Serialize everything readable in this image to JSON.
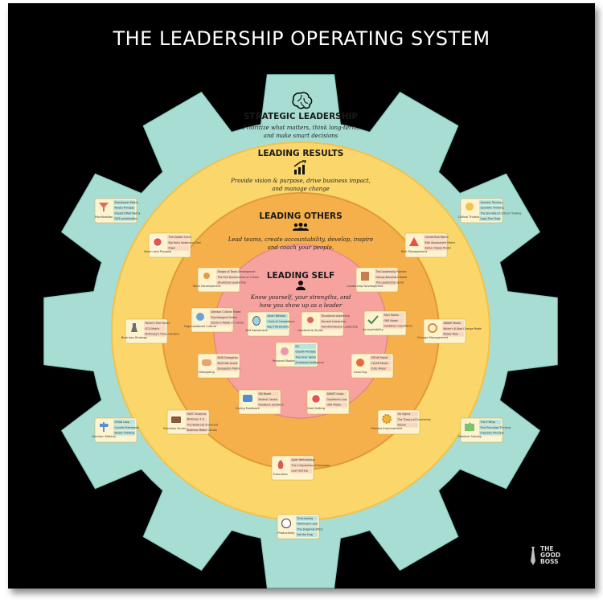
{
  "title": "THE LEADERSHIP OPERATING SYSTEM",
  "brand": {
    "line1": "THE",
    "line2": "GOOD",
    "line3": "BOSS"
  },
  "colors": {
    "gear": "#a8ddd4",
    "results": "#fbd66a",
    "results_border": "#f1c24a",
    "others": "#f6b04b",
    "others_border": "#e19a36",
    "self": "#f6a3a0",
    "card": "#fdf3cf",
    "chip_teal": "#b9e3dc",
    "chip_peach": "#f9d6bf"
  },
  "rings": {
    "strategic": {
      "heading": "STRATEGIC LEADERSHIP",
      "sub1": "Prioritize what matters, think long-term,",
      "sub2": "and make smart decisions"
    },
    "results": {
      "heading": "LEADING RESULTS",
      "sub1": "Provide vision & purpose, drive  business impact,",
      "sub2": "and manage change"
    },
    "others": {
      "heading": "LEADING OTHERS",
      "sub1": "Lead teams, create accountability, develop, inspire",
      "sub2": "and coach your people."
    },
    "self": {
      "heading": "LEADING SELF",
      "sub1": "Know yourself, your strengths, and",
      "sub2": "how you show up as a leader"
    }
  },
  "cards": {
    "prioritization": {
      "name": "Prioritization",
      "items": [
        "Eisenhower Matrix",
        "Pareto Principle",
        "Impact-Effort Matrix",
        "RICE prioritization"
      ]
    },
    "critical_thinking": {
      "name": "Critical Thinking",
      "items": [
        "Socratic Thinking",
        "Scientific Thinking",
        "The Six Hats of Critical Thinking",
        "Logic-Tree Tools"
      ]
    },
    "decision_making": {
      "name": "Decision Making",
      "items": [
        "OODA Loop",
        "Cynefin Framework",
        "Pareto Thinking"
      ]
    },
    "problem_solving": {
      "name": "Problem Solving",
      "items": [
        "The 5 Whys",
        "First Principles Thinking",
        "Inversion Principle"
      ]
    },
    "productivity": {
      "name": "Productivity",
      "items": [
        "Time-boxing",
        "Parkinson's Law",
        "The Zeigarnik Effect",
        "Eat the Frog"
      ]
    },
    "vision_purpose": {
      "name": "Vision and Purpose",
      "items": [
        "The Golden Circle",
        "Big Hairy Audacious Goal",
        "Ikigai"
      ]
    },
    "risk_management": {
      "name": "Risk Management",
      "items": [
        "Unmet Risk Matrix",
        "Risk Assessment Matrix",
        "Swiss Cheese Model"
      ]
    },
    "business_strategy": {
      "name": "Business Strategy",
      "items": [
        "Porter's Five Forces",
        "SCQ Matrix",
        "McKinsey's Three Horizons"
      ]
    },
    "change_management": {
      "name": "Change Management",
      "items": [
        "ADKAR Model",
        "Kotter's 8-Step Change Model",
        "Kübler-Ross"
      ]
    },
    "business_acumen": {
      "name": "Business Acumen",
      "items": [
        "SWOT Analysis",
        "McKinsey 7-S",
        "The Balanced Scorecard",
        "Business Model Canvas"
      ]
    },
    "process_improvement": {
      "name": "Process Improvement",
      "items": [
        "Six Sigma",
        "The Theory of Constraints",
        "Kaizen"
      ]
    },
    "execution": {
      "name": "Execution",
      "items": [
        "Agile Methodology",
        "The 4 Disciplines of Execution",
        "Lean Startup"
      ]
    },
    "team_development": {
      "name": "Team Development",
      "items": [
        "Stages of Team Development",
        "The Five Dysfunctions of a Team",
        "Situational Leadership"
      ]
    },
    "leadership_development": {
      "name": "Leadership Development",
      "items": [
        "The Leadership Pipeline",
        "Hersey-Blanchard Model",
        "The Leadership Spiral"
      ]
    },
    "organizational_culture": {
      "name": "Organizational Culture",
      "items": [
        "Denison Cultural Model",
        "Psychological Safety",
        "Schein's Model of Culture"
      ]
    },
    "accountability": {
      "name": "Accountability",
      "items": [
        "RACI Matrix",
        "OKR Model",
        "Gollwitzer Goal Matrix"
      ]
    },
    "delegating": {
      "name": "Delegating",
      "items": [
        "RAID Delegation",
        "MoSCoW Levels",
        "Delegation Matrix"
      ]
    },
    "coaching": {
      "name": "Coaching",
      "items": [
        "GROW Model",
        "CLEAR Model",
        "FUEL Model"
      ]
    },
    "giving_feedback": {
      "name": "Giving Feedback",
      "items": [
        "SBI Model",
        "Radical Candor",
        "Feedback Sandwich"
      ]
    },
    "goal_setting": {
      "name": "Goal Setting",
      "items": [
        "SMART Goals",
        "Goodhart's Law",
        "OKR Model"
      ]
    },
    "self_awareness": {
      "name": "Self Awareness",
      "items": [
        "Johari Window",
        "Circle of Competence",
        "Big 5 Personality"
      ]
    },
    "leadership_styles": {
      "name": "Leadership Styles",
      "items": [
        "Situational Leadership",
        "Servant Leadership",
        "Transformational Leadership"
      ]
    },
    "personal_mastery": {
      "name": "Personal Mastery",
      "items": [
        "EQ",
        "Growth Mindset",
        "The Inner Game",
        "Emotional Intelligence"
      ]
    }
  }
}
